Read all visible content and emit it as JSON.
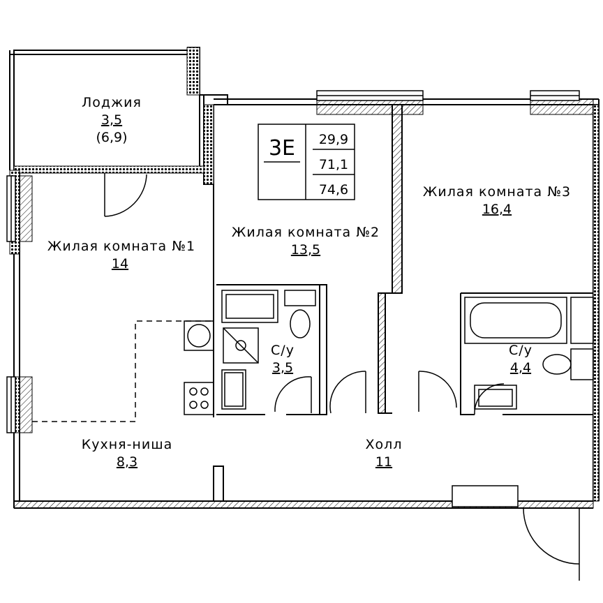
{
  "apartment": {
    "type_code": "3Е",
    "living_area": "29,9",
    "total_area": "71,1",
    "total_with_loggia": "74,6"
  },
  "rooms": {
    "loggia": {
      "name": "Лоджия",
      "area": "3,5",
      "area_full": "(6,9)"
    },
    "room1": {
      "name": "Жилая комната №1",
      "area": "14"
    },
    "room2": {
      "name": "Жилая комната №2",
      "area": "13,5"
    },
    "room3": {
      "name": "Жилая комната №3",
      "area": "16,4"
    },
    "bath1": {
      "name": "С/у",
      "area": "3,5"
    },
    "bath2": {
      "name": "С/у",
      "area": "4,4"
    },
    "kitchen": {
      "name": "Кухня-ниша",
      "area": "8,3"
    },
    "hall": {
      "name": "Холл",
      "area": "11"
    }
  },
  "colors": {
    "line": "#000000",
    "background": "#ffffff",
    "hatch": "#000000"
  }
}
